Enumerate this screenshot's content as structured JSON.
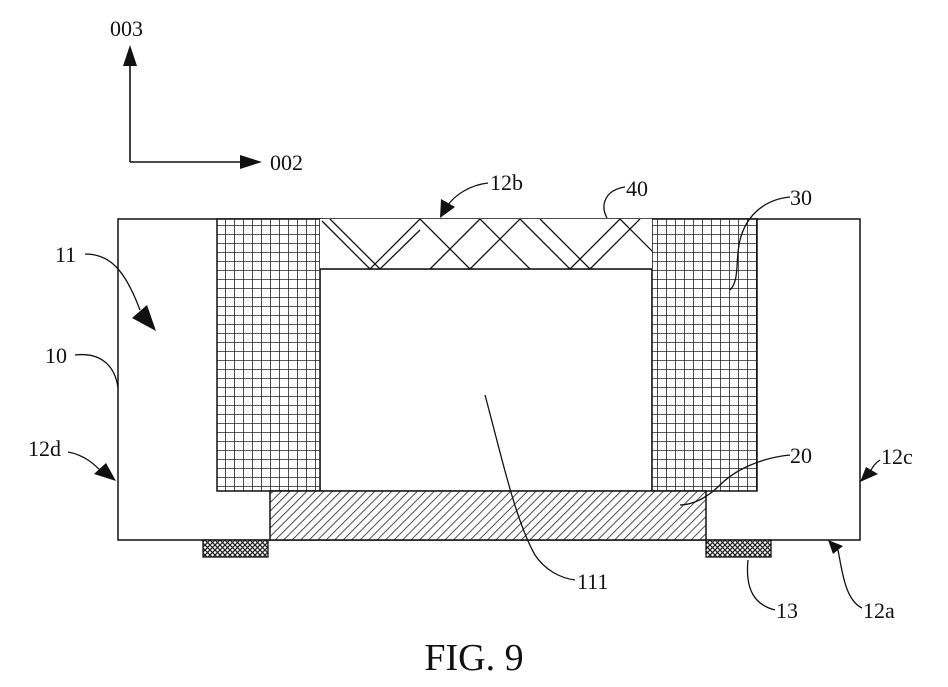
{
  "figure": {
    "caption": "FIG. 9",
    "axes": {
      "vertical": "003",
      "horizontal": "002"
    },
    "labels": {
      "l_12b": "12b",
      "l_40": "40",
      "l_30": "30",
      "l_11": "11",
      "l_10": "10",
      "l_12d": "12d",
      "l_12c": "12c",
      "l_20": "20",
      "l_111": "111",
      "l_13": "13",
      "l_12a": "12a"
    }
  }
}
